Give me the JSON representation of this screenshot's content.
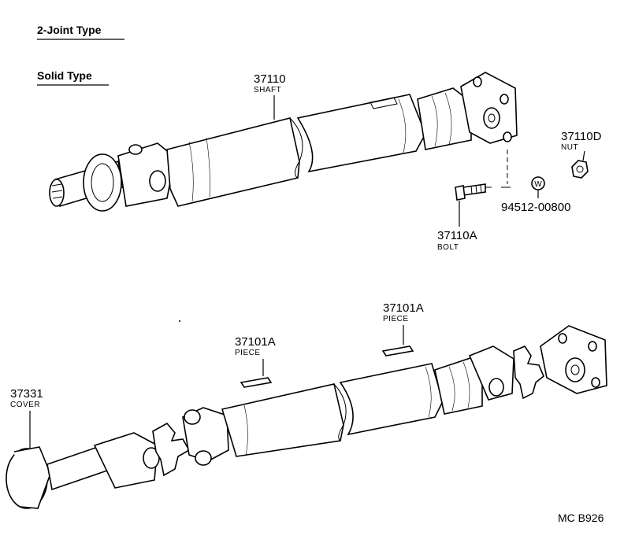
{
  "headers": {
    "type_title": "2-Joint Type",
    "subtype_title": "Solid Type"
  },
  "callouts": [
    {
      "id": "shaft",
      "number": "37110",
      "name": "SHAFT"
    },
    {
      "id": "nut",
      "number": "37110D",
      "name": "NUT"
    },
    {
      "id": "washer",
      "number": "94512-00800",
      "name": ""
    },
    {
      "id": "bolt",
      "number": "37110A",
      "name": "BOLT"
    },
    {
      "id": "piece-left",
      "number": "37101A",
      "name": "PIECE"
    },
    {
      "id": "piece-right",
      "number": "37101A",
      "name": "PIECE"
    },
    {
      "id": "cover",
      "number": "37331",
      "name": "COVER"
    }
  ],
  "washer_symbol": "W",
  "figure_code": "MC B926"
}
